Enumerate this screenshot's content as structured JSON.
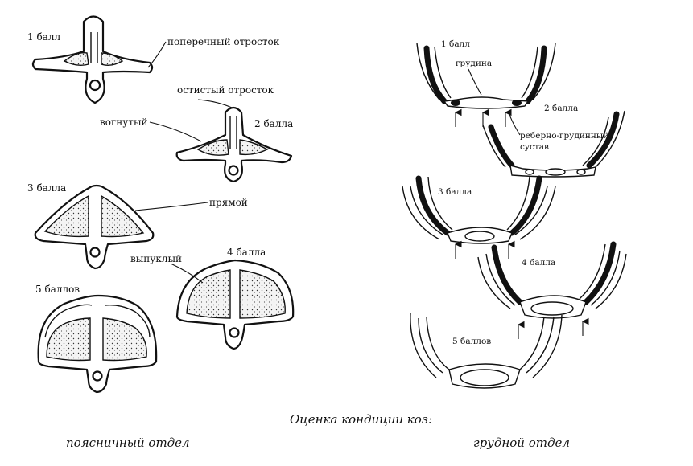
{
  "lumbar": {
    "score1": "1 балл",
    "score2": "2 балла",
    "score3": "3 балла",
    "score4": "4 балла",
    "score5": "5 баллов",
    "transverse_process": "поперечный отросток",
    "spinous_process": "остистый отросток",
    "concave": "вогнутый",
    "straight": "прямой",
    "convex": "выпуклый"
  },
  "thoracic": {
    "score1": "1 балл",
    "score2": "2 балла",
    "score3": "3 балла",
    "score4": "4 балла",
    "score5": "5 баллов",
    "sternum": "грудина",
    "costosternal_joint_line1": "реберно-грудинный",
    "costosternal_joint_line2": "сустав"
  },
  "caption": {
    "title": "Оценка кондиции коз:",
    "left": "поясничный отдел",
    "right": "грудной отдел"
  }
}
